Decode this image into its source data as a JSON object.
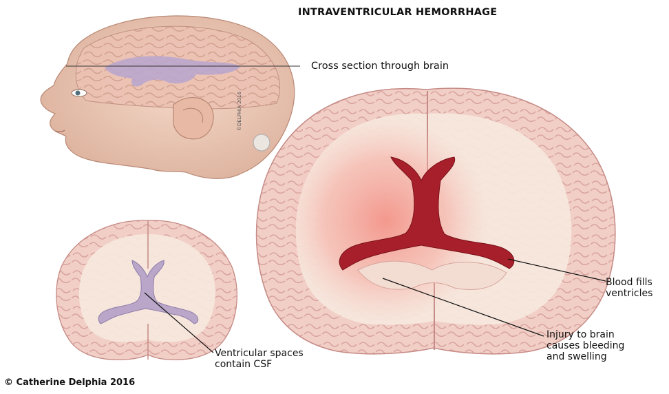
{
  "title": "INTRAVENTRICULAR HEMORRHAGE",
  "subtitle": "Cross section through brain",
  "labels": {
    "blood_line1": "Blood fills",
    "blood_line2": "ventricles",
    "injury_line1": "Injury to brain",
    "injury_line2": "causes bleeding",
    "injury_line3": "and swelling",
    "csf_line1": "Ventricular spaces",
    "csf_line2": "contain CSF"
  },
  "credit": "© Catherine Delphia 2016",
  "watermark": "©DELPHIA 2016",
  "colors": {
    "skin": "#ecc7b4",
    "brain_tissue": "#f2d2cb",
    "brain_gyri": "#e9b9b4",
    "white_matter": "#f7ece2",
    "ventricle_csf": "#b9a6c9",
    "blood": "#a61f2a",
    "swelling": "#f39a8f"
  }
}
